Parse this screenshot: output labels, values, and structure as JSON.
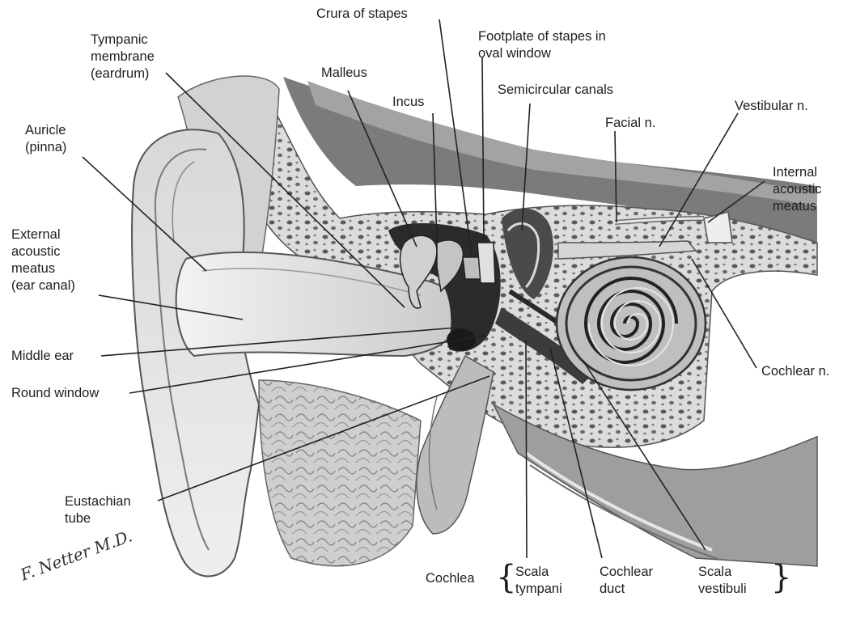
{
  "labels": {
    "crura": "Crura of stapes",
    "footplate_1": "Footplate of stapes in",
    "footplate_2": "oval window",
    "tympanic_1": "Tympanic",
    "tympanic_2": "membrane",
    "tympanic_3": "(eardrum)",
    "malleus": "Malleus",
    "incus": "Incus",
    "semicircular": "Semicircular canals",
    "vestibular": "Vestibular n.",
    "facial": "Facial n.",
    "auricle_1": "Auricle",
    "auricle_2": "(pinna)",
    "internal_1": "Internal",
    "internal_2": "acoustic",
    "internal_3": "meatus",
    "external_1": "External",
    "external_2": "acoustic",
    "external_3": "meatus",
    "external_4": "(ear canal)",
    "middle_ear": "Middle ear",
    "round_window": "Round window",
    "cochlear_n": "Cochlear n.",
    "eustachian_1": "Eustachian",
    "eustachian_2": "tube",
    "cochlea": "Cochlea",
    "scala_tympani_1": "Scala",
    "scala_tympani_2": "tympani",
    "cochlear_duct_1": "Cochlear",
    "cochlear_duct_2": "duct",
    "scala_vestibuli_1": "Scala",
    "scala_vestibuli_2": "vestibuli"
  },
  "signature": "F. Netter M.D."
}
